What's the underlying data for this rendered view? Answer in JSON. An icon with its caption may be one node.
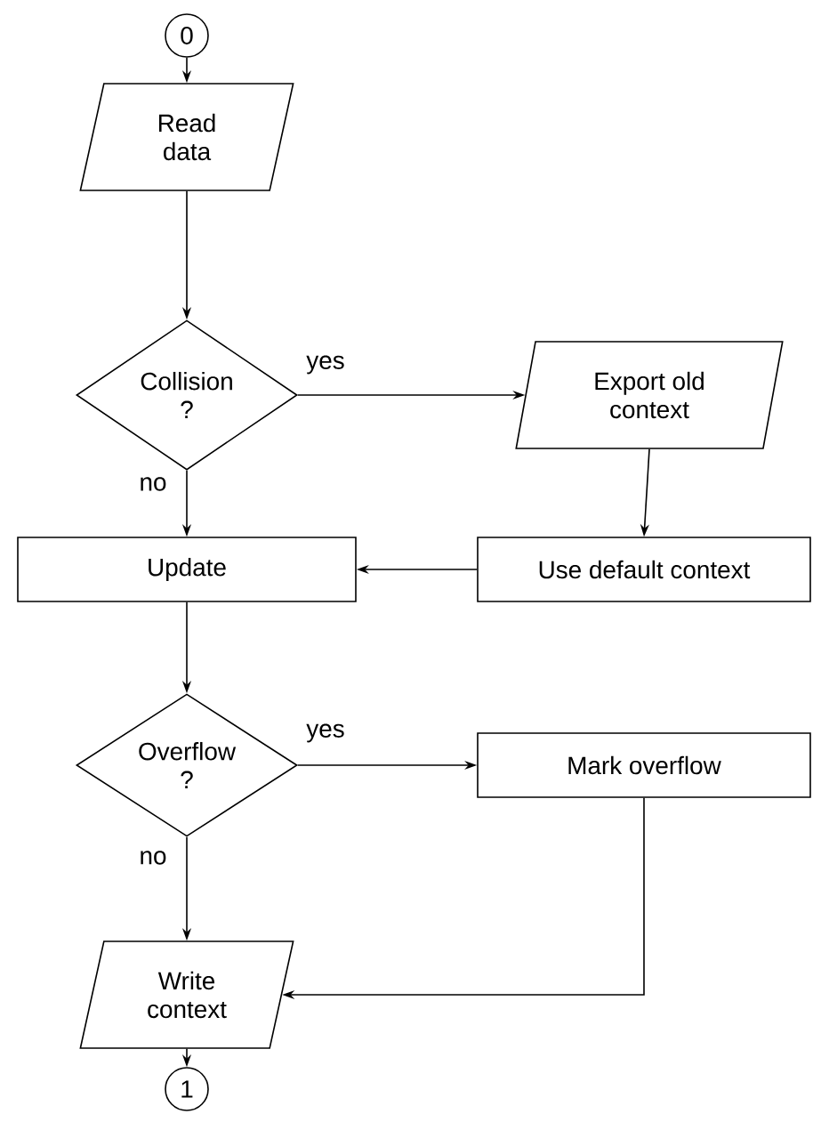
{
  "diagram": {
    "nodes": [
      {
        "text": [
          "0"
        ]
      },
      {
        "text": [
          "Read data"
        ]
      },
      {
        "text": [
          "Collision ?"
        ]
      },
      {
        "text": [
          "Export old context"
        ]
      },
      {
        "text": [
          "Update"
        ]
      },
      {
        "text": [
          "Use default context"
        ]
      },
      {
        "text": [
          "Overflow ?"
        ]
      },
      {
        "text": [
          "Mark overflow"
        ]
      },
      {
        "text": [
          "Write context"
        ]
      },
      {
        "text": [
          "1"
        ]
      }
    ],
    "edges": [
      {
        "from": 0,
        "to": 1,
        "arrow": "to"
      },
      {
        "from": 1,
        "to": 2,
        "arrow": "to"
      },
      {
        "from": 2,
        "to": 3,
        "arrow": "to",
        "label": "yes"
      },
      {
        "from": 3,
        "to": 5,
        "arrow": "to"
      },
      {
        "from": 5,
        "to": 4,
        "arrow": "to"
      },
      {
        "from": 2,
        "to": 4,
        "arrow": "to",
        "label": "no"
      },
      {
        "from": 4,
        "to": 6,
        "arrow": "to"
      },
      {
        "from": 6,
        "to": 7,
        "arrow": "to",
        "label": "yes"
      },
      {
        "from": 7,
        "to": 8,
        "arrow": "to"
      },
      {
        "from": 6,
        "to": 8,
        "arrow": "to",
        "label": "no"
      },
      {
        "from": 8,
        "to": 9,
        "arrow": "to"
      }
    ]
  }
}
